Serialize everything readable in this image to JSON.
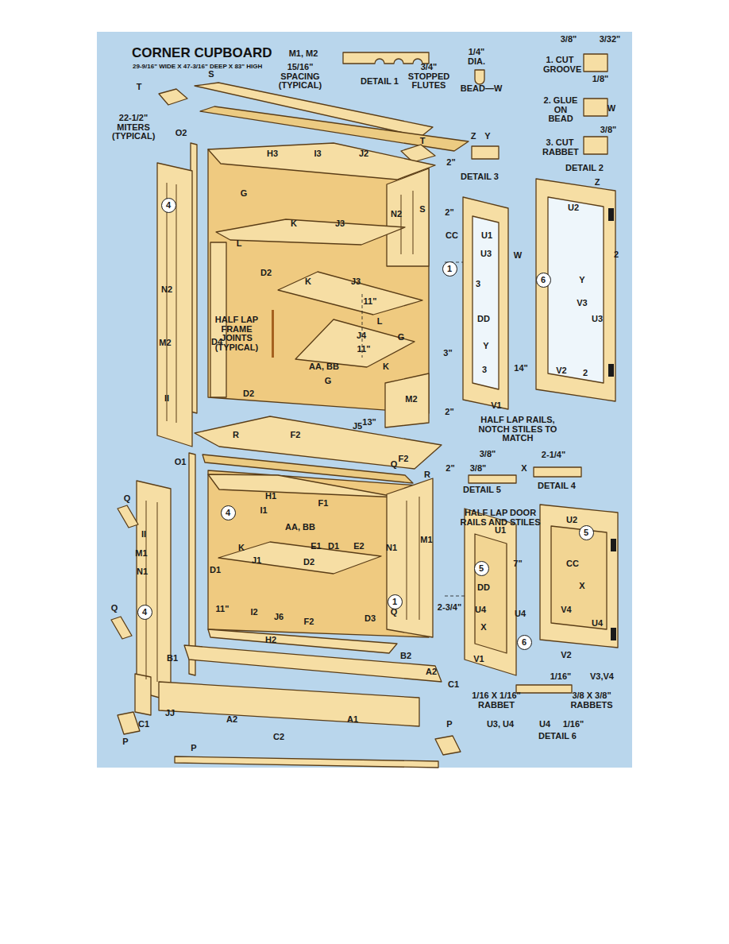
{
  "diagram": {
    "title": "CORNER CUPBOARD",
    "caption": "29-9/16\" WIDE X 47-3/16\" DEEP X 83\" HIGH",
    "nodes": [
      {
        "text": [
          "4"
        ]
      },
      {
        "text": [
          "1"
        ]
      },
      {
        "text": [
          "6"
        ]
      },
      {
        "text": [
          "4"
        ]
      },
      {
        "text": [
          "5"
        ]
      },
      {
        "text": [
          "5"
        ]
      },
      {
        "text": [
          "1"
        ]
      },
      {
        "text": [
          "4"
        ]
      },
      {
        "text": [
          "6"
        ]
      }
    ],
    "labels": [
      "M1, M2",
      "15/16\" SPACING (TYPICAL)",
      "DETAIL 1",
      "3/4\" STOPPED FLUTES",
      "1/4\" DIA.",
      "BEAD—W",
      "3/8\"",
      "3/32\"",
      "1. CUT GROOVE",
      "1/8\"",
      "2. GLUE ON BEAD",
      "W",
      "3/8\"",
      "3. CUT RABBET",
      "DETAIL 2",
      "Z",
      "Y",
      "DETAIL 3",
      "T",
      "S",
      "22-1/2\" MITERS (TYPICAL)",
      "O2",
      "H3",
      "I3",
      "J2",
      "T",
      "2\"",
      "G",
      "S",
      "2\"",
      "N2",
      "K",
      "J3",
      "CC",
      "U1",
      "L",
      "U3",
      "W",
      "D2",
      "K",
      "J3",
      "N2",
      "3",
      "11\"",
      "L",
      "HALF LAP FRAME JOINTS (TYPICAL)",
      "D4",
      "M2",
      "J4",
      "G",
      "DD",
      "Y",
      "3\"",
      "AA, BB",
      "11\"",
      "K",
      "14\"",
      "3",
      "G",
      "D2",
      "II",
      "M2",
      "V1",
      "2\"",
      "13\"",
      "J5",
      "R",
      "F2",
      "F2",
      "O1",
      "Q",
      "2\"",
      "R",
      "H1",
      "F1",
      "I1",
      "Q",
      "AA, BB",
      "II",
      "E1",
      "D1",
      "E2",
      "N1",
      "M1",
      "K",
      "M1",
      "J1",
      "D2",
      "D1",
      "N1",
      "11\"",
      "2-3/4\"",
      "Q",
      "I2",
      "J6",
      "F2",
      "D3",
      "Q",
      "H2",
      "B2",
      "B1",
      "A2",
      "C1",
      "JJ",
      "A2",
      "A1",
      "C1",
      "P",
      "C2",
      "P",
      "P",
      "Z",
      "U2",
      "2",
      "Y",
      "V3",
      "U3",
      "V2",
      "2",
      "HALF LAP RAILS, NOTCH STILES TO MATCH",
      "3/8\"",
      "2-1/4\"",
      "3/8\"",
      "X",
      "DETAIL 5",
      "DETAIL 4",
      "HALF LAP DOOR RAILS AND STILES",
      "U1",
      "U2",
      "7\"",
      "CC",
      "DD",
      "X",
      "U4",
      "V4",
      "U4",
      "U4",
      "X",
      "V2",
      "V1",
      "1/16\"",
      "V3,V4",
      "1/16 X 1/16\" RABBET",
      "3/8 X 3/8\" RABBETS",
      "U3, U4",
      "U4",
      "1/16\"",
      "DETAIL 6"
    ]
  }
}
